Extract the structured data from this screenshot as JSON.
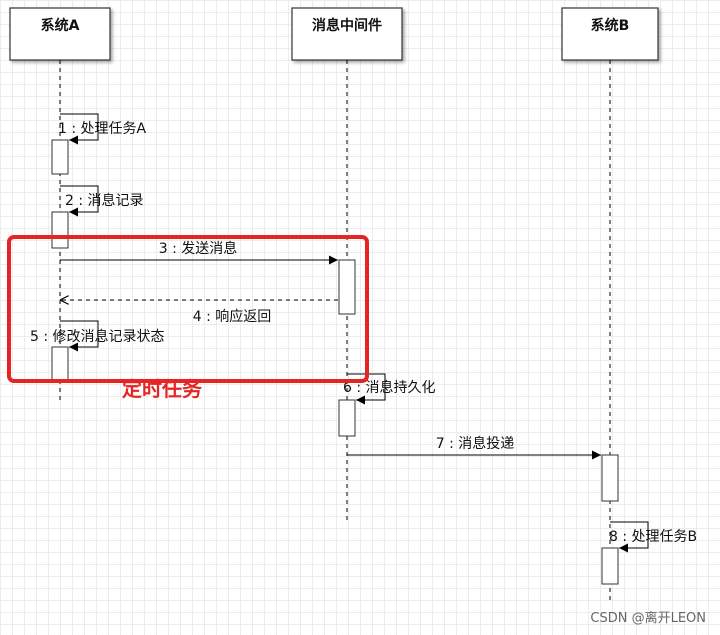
{
  "participants": [
    {
      "id": "A",
      "label": "系统A"
    },
    {
      "id": "M",
      "label": "消息中间件"
    },
    {
      "id": "B",
      "label": "系统B"
    }
  ],
  "messages": [
    {
      "label": "1 : 处理任务A"
    },
    {
      "label": "2 : 消息记录"
    },
    {
      "label": "3 : 发送消息"
    },
    {
      "label": "4 : 响应返回"
    },
    {
      "label": "5 : 修改消息记录状态"
    },
    {
      "label": "6 : 消息持久化"
    },
    {
      "label": "7 : 消息投递"
    },
    {
      "label": "8 : 处理任务B"
    }
  ],
  "annotation": {
    "label": "定时任务",
    "color": "#e62424"
  },
  "watermark": "CSDN @离开LEON"
}
